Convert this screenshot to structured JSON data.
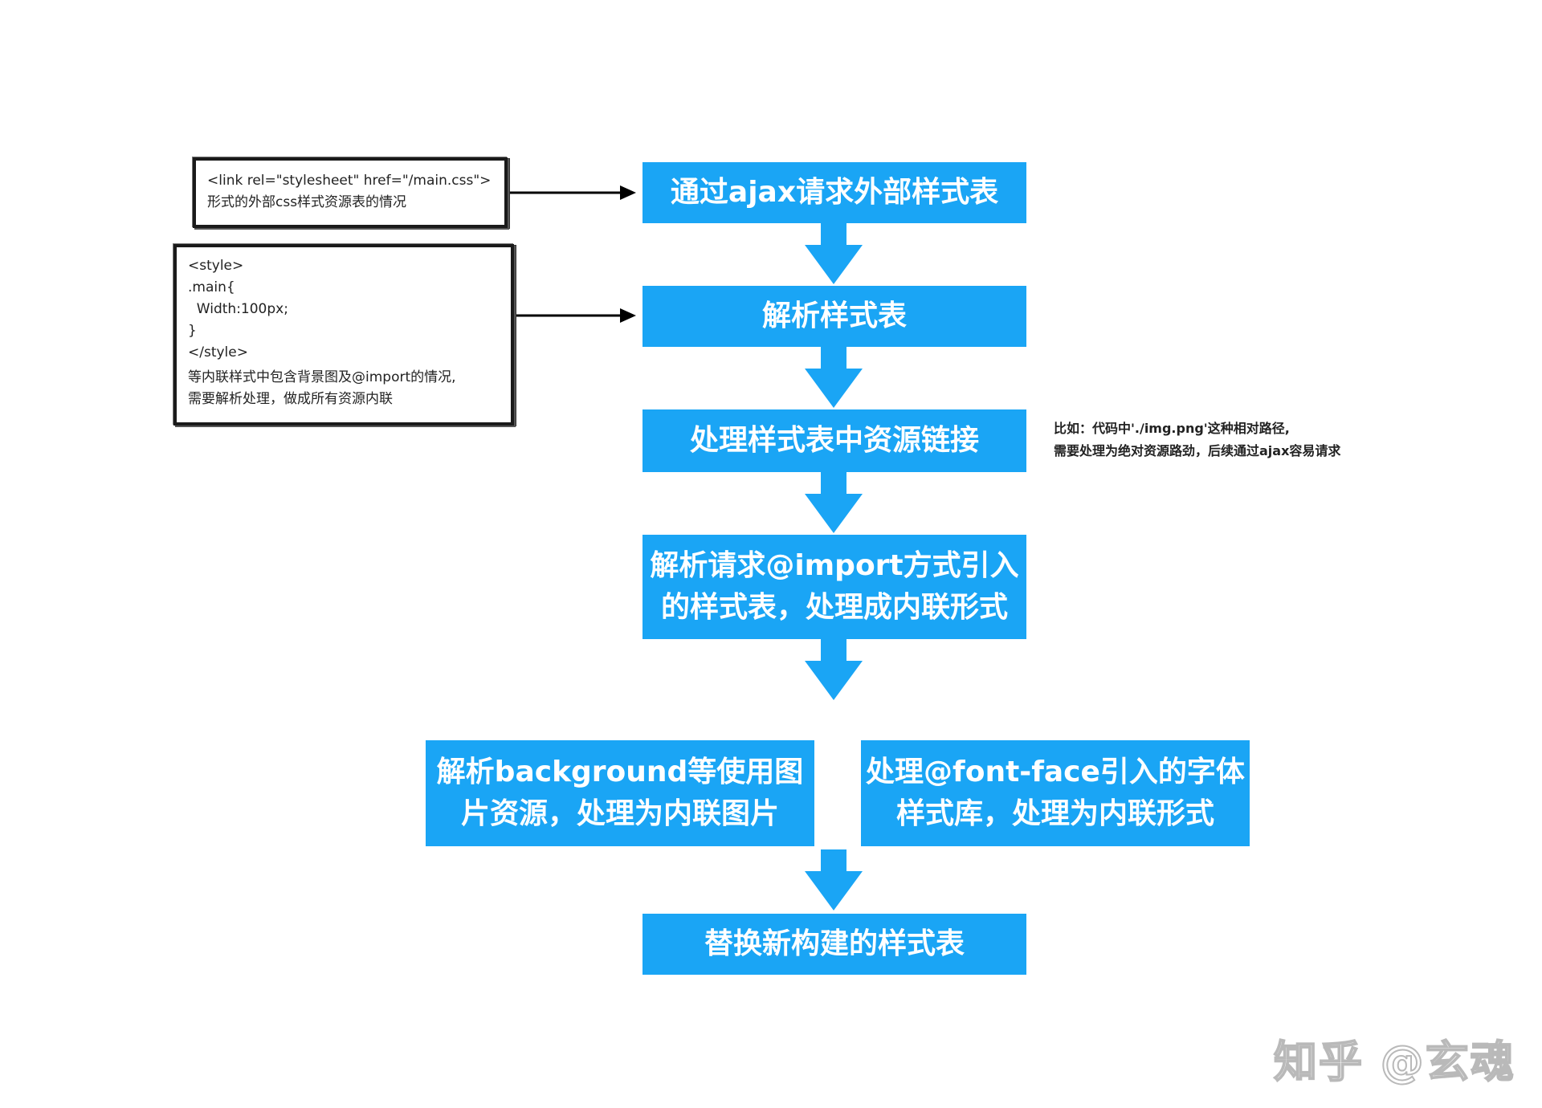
{
  "colors": {
    "box_fill": "#1aa5f5",
    "box_text": "#ffffff",
    "arrow": "#1aa5f5",
    "line": "#000000"
  },
  "inputs": {
    "link_box": {
      "lines": [
        "<link rel=\"stylesheet\" href=\"/main.css\">",
        "形式的外部css样式资源表的情况"
      ]
    },
    "style_box": {
      "lines": [
        "<style>",
        ".main{",
        "  Width:100px;",
        "}",
        "</style>",
        "等内联样式中包含背景图及@import的情况,",
        "需要解析处理，做成所有资源内联"
      ]
    }
  },
  "steps": {
    "s1": [
      "通过ajax请求外部样式表"
    ],
    "s2": [
      "解析样式表"
    ],
    "s3": [
      "处理样式表中资源链接"
    ],
    "s4": [
      "解析请求@import方式引入",
      "的样式表，处理成内联形式"
    ],
    "s5a": [
      "解析background等使用图",
      "片资源，处理为内联图片"
    ],
    "s5b": [
      "处理@font-face引入的字体",
      "样式库，处理为内联形式"
    ],
    "s6": [
      "替换新构建的样式表"
    ]
  },
  "note": [
    "比如：代码中'./img.png'这种相对路径,",
    "需要处理为绝对资源路劲，后续通过ajax容易请求"
  ],
  "watermark": "知乎 @玄魂"
}
